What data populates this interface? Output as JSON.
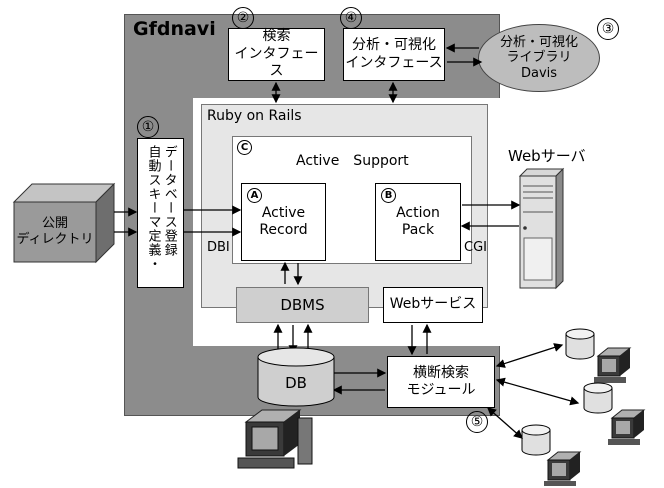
{
  "title": "Gfdnavi",
  "components": {
    "search_ui": [
      "検索",
      "インタフェース"
    ],
    "analysis_ui": [
      "分析・可視化",
      "インタフェース"
    ],
    "davis": [
      "分析・可視化",
      "ライブラリ",
      "Davis"
    ],
    "ruby_on_rails": "Ruby on Rails",
    "active_support": "Active　Support",
    "active_record": [
      "Active",
      "Record"
    ],
    "action_pack": [
      "Action",
      "Pack"
    ],
    "dbi": "DBI",
    "cgi": "CGI",
    "dbms": "DBMS",
    "web_service": "Webサービス",
    "web_server": "Webサーバ",
    "public_directory": [
      "公開",
      "ディレクトリ"
    ],
    "auto_script": [
      "自動スキーマ定義・",
      "データベース登録"
    ],
    "db": "DB",
    "cross_search": [
      "横断検索",
      "モジュール"
    ]
  },
  "numbers": {
    "n1": "①",
    "n2": "②",
    "n3": "③",
    "n4": "④",
    "n5": "⑤",
    "a": "A",
    "b": "B",
    "c": "C"
  },
  "colors": {
    "gfdnavi_bg": "#8c8c8c",
    "rails_bg": "#e6e6e6",
    "dbms_bg": "#cfcfcf",
    "davis_bg": "#bdbdbd",
    "cube_front": "#9a9a9a",
    "cube_top": "#c4c4c4",
    "cube_side": "#6e6e6e"
  }
}
